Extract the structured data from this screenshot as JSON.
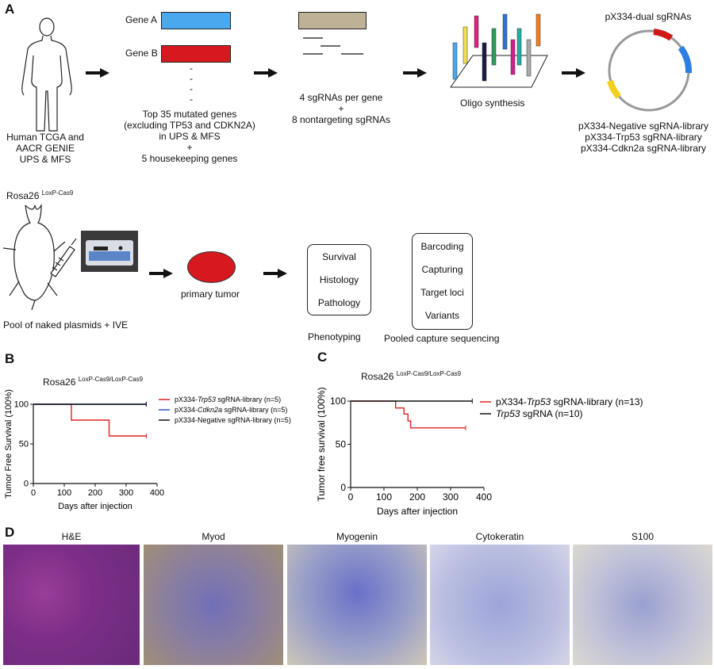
{
  "panels": {
    "a": "A",
    "b": "B",
    "c": "C",
    "d": "D"
  },
  "workflow": {
    "source": [
      "Human TCGA and",
      "AACR GENIE",
      "UPS & MFS"
    ],
    "gene_a": "Gene A",
    "gene_b": "Gene B",
    "dashes": [
      "-",
      "-",
      "-",
      "-"
    ],
    "genes_desc": [
      "Top 35 mutated genes",
      "(excluding TP53 and CDKN2A)",
      "in UPS & MFS",
      "+",
      "5 housekeeping genes"
    ],
    "sgrna_desc": [
      "4 sgRNAs per gene",
      "+",
      "8 nontargeting sgRNAs"
    ],
    "oligo": "Oligo synthesis",
    "plasmid_title": "pX334-dual sgRNAs",
    "libraries": [
      "pX334-Negative sgRNA-library",
      "pX334-Trp53 sgRNA-library",
      "pX334-Cdkn2a sgRNA-library"
    ],
    "mouse_strain": "Rosa26",
    "mouse_strain_sup": "LoxP-Cas9",
    "injection": "Pool of naked plasmids + IVE",
    "tumor": "primary tumor",
    "phenotyping_items": [
      "Survival",
      "Histology",
      "Pathology"
    ],
    "phenotyping": "Phenotyping",
    "sequencing_items": [
      "Barcoding",
      "Capturing",
      "Target loci",
      "Variants"
    ],
    "sequencing": "Pooled capture sequencing"
  },
  "colors": {
    "gene_a": "#4aa8ef",
    "gene_b": "#d7191f",
    "sgrna_box": "#bfb196",
    "red": "#e02020",
    "blue": "#3050c8",
    "black": "#111111"
  },
  "chart_data": [
    {
      "type": "line",
      "title": "Rosa26",
      "title_sup": "LoxP-Cas9/LoxP-Cas9",
      "xlabel": "Days after injection",
      "ylabel": "Tumor Free Survival (100%)",
      "xlim": [
        0,
        400
      ],
      "ylim": [
        0,
        100
      ],
      "xticks": [
        "0",
        "100",
        "200",
        "300",
        "400"
      ],
      "yticks": [
        "0",
        "50",
        "100"
      ],
      "series": [
        {
          "name_parts": [
            "pX334-",
            "Trp53",
            " sgRNA-library (n=5)"
          ],
          "color": "#e02020",
          "x": [
            0,
            123,
            123,
            245,
            245,
            365
          ],
          "y": [
            100,
            100,
            80,
            80,
            60,
            60
          ]
        },
        {
          "name_parts": [
            "pX334-",
            "Cdkn2a",
            " sgRNA-library (n=5)"
          ],
          "color": "#3050c8",
          "x": [
            0,
            365
          ],
          "y": [
            100,
            100
          ]
        },
        {
          "name_parts": [
            "pX334-Negative sgRNA-library (n=5)",
            "",
            ""
          ],
          "color": "#111111",
          "x": [
            0,
            365
          ],
          "y": [
            100,
            100
          ]
        }
      ]
    },
    {
      "type": "line",
      "title": "Rosa26",
      "title_sup": "LoxP-Cas9/LoxP-Cas9",
      "xlabel": "Days after injection",
      "ylabel": "Tumor free survival (100%)",
      "xlim": [
        0,
        400
      ],
      "ylim": [
        0,
        100
      ],
      "xticks": [
        "0",
        "100",
        "200",
        "300",
        "400"
      ],
      "yticks": [
        "0",
        "50",
        "100"
      ],
      "series": [
        {
          "name_parts": [
            "pX334-",
            "Trp53",
            " sgRNA-library (n=13)"
          ],
          "color": "#e02020",
          "x": [
            0,
            135,
            135,
            160,
            160,
            172,
            172,
            180,
            180,
            345
          ],
          "y": [
            100,
            100,
            92,
            92,
            85,
            85,
            77,
            77,
            69,
            69
          ]
        },
        {
          "name_parts": [
            "",
            "Trp53",
            " sgRNA (n=10)"
          ],
          "color": "#111111",
          "x": [
            0,
            365
          ],
          "y": [
            100,
            100
          ]
        }
      ]
    }
  ],
  "histology": {
    "labels": [
      "H&E",
      "Myod",
      "Myogenin",
      "Cytokeratin",
      "S100"
    ]
  }
}
